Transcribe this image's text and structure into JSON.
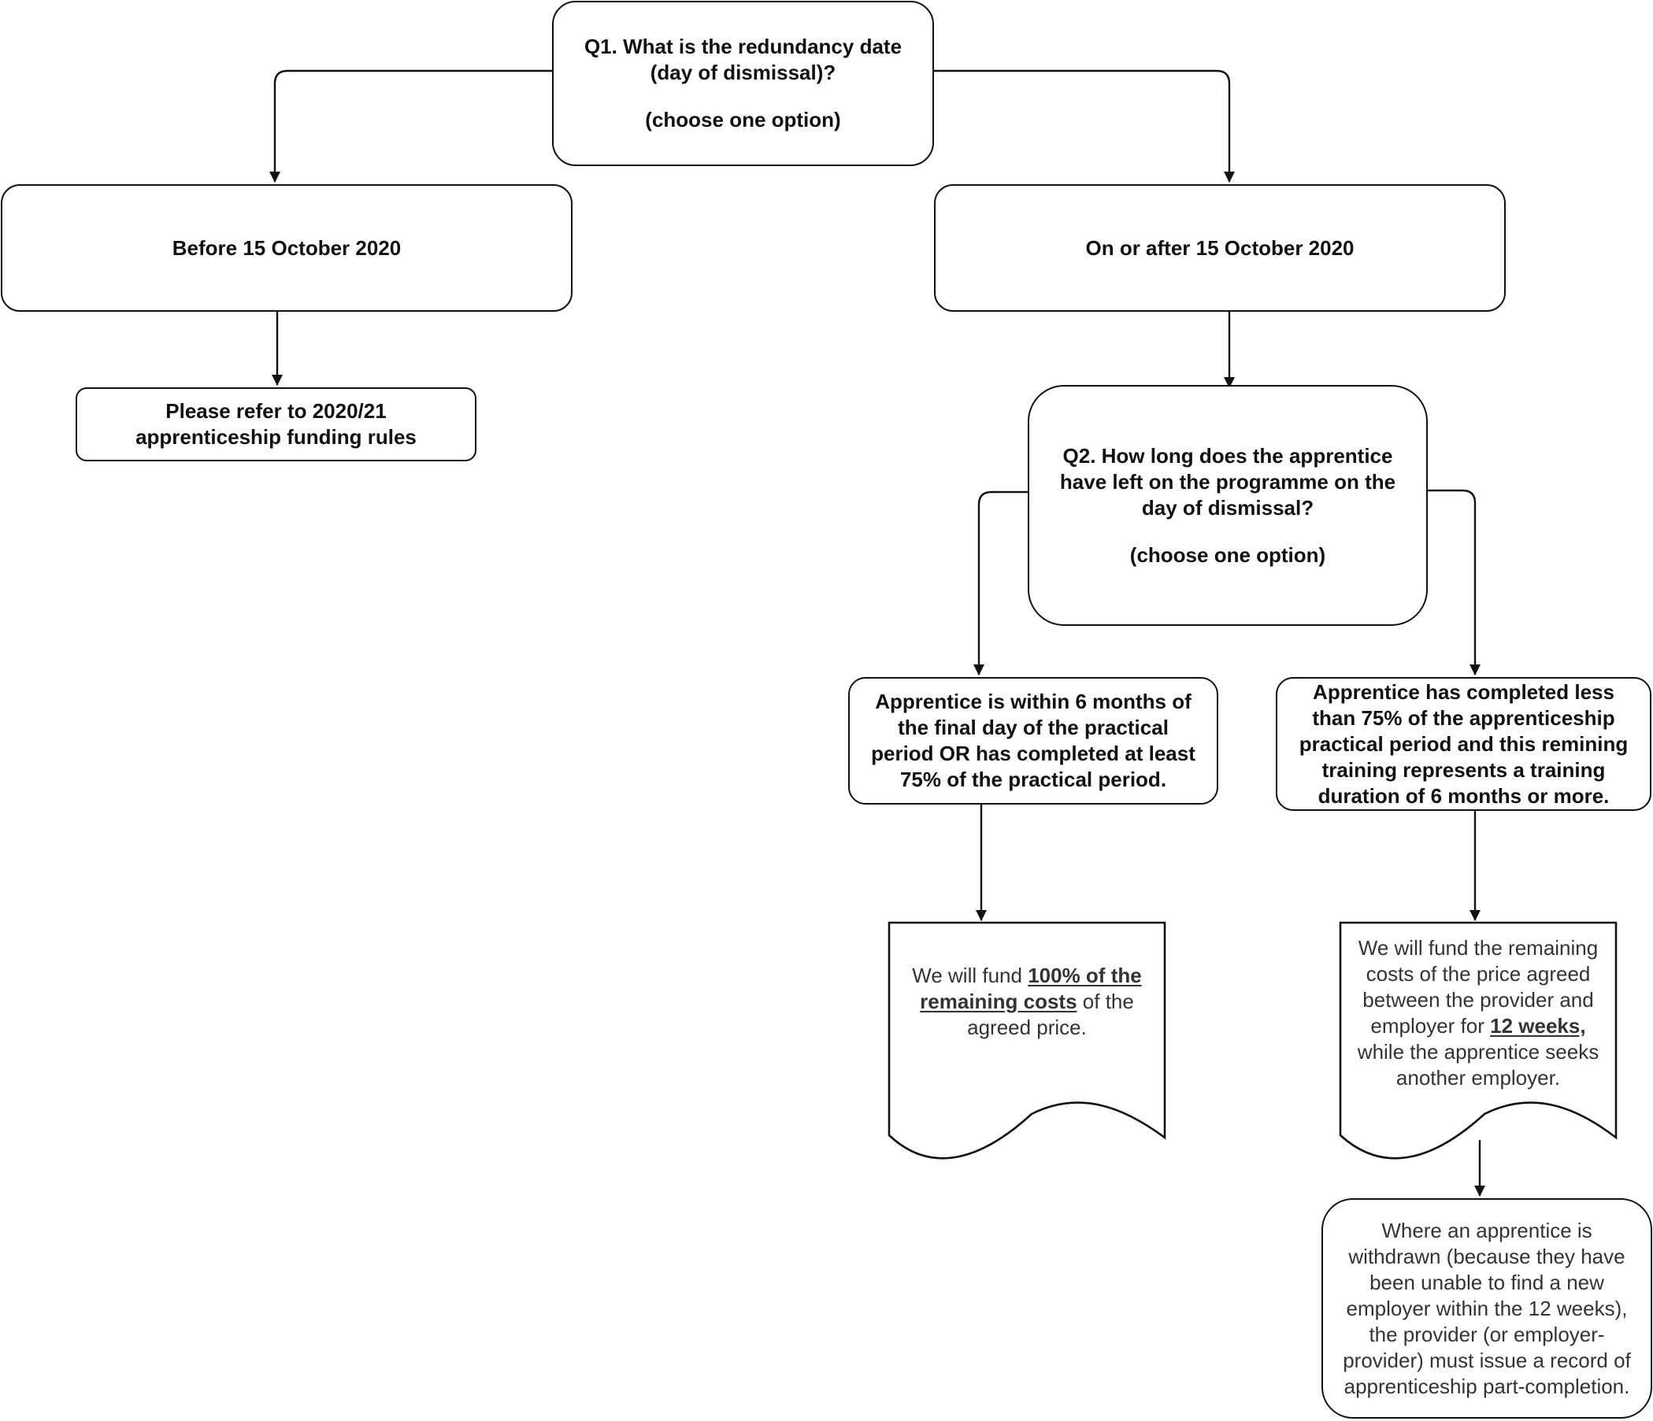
{
  "nodes": {
    "q1": {
      "line1": "Q1. What is the redundancy date",
      "line2": "(day of dismissal)?",
      "line3": "(choose one option)"
    },
    "before": {
      "label": "Before 15 October 2020"
    },
    "after": {
      "label": "On or after 15 October 2020"
    },
    "refer": {
      "line1": "Please refer to 2020/21",
      "line2": "apprenticeship funding rules"
    },
    "q2": {
      "line1": "Q2. How long does the apprentice",
      "line2": "have left on the programme on the",
      "line3": "day of dismissal?",
      "line4": "(choose one option)"
    },
    "within": {
      "line1": "Apprentice is within 6 months of",
      "line2": "the final day of the practical",
      "line3": "period OR has completed at least",
      "line4": "75% of the practical period."
    },
    "less": {
      "line1": "Apprentice has completed less",
      "line2": "than 75% of the apprenticeship",
      "line3": "practical period and this remining",
      "line4": "training represents a training",
      "line5": "duration of 6 months or more."
    },
    "fund100": {
      "pre": "We will fund ",
      "em1": "100% of the",
      "em2": "remaining costs",
      "post": " of the",
      "line3": "agreed price."
    },
    "fund12": {
      "line1": "We will fund the remaining",
      "line2": "costs of the price agreed",
      "line3": "between the provider and",
      "pre4": "employer for ",
      "em4": "12 weeks,",
      "line5": "while the apprentice seeks",
      "line6": "another employer."
    },
    "withdrawn": {
      "line1": "Where an apprentice is",
      "line2": "withdrawn (because they have",
      "line3": "been unable to find a new",
      "line4": "employer within the 12 weeks),",
      "line5": "the provider (or employer-",
      "line6": "provider) must issue a record of",
      "line7": "apprenticeship part-completion."
    }
  },
  "edges": [
    {
      "from": "q1",
      "to": "before"
    },
    {
      "from": "q1",
      "to": "after"
    },
    {
      "from": "before",
      "to": "refer"
    },
    {
      "from": "after",
      "to": "q2"
    },
    {
      "from": "q2",
      "to": "within"
    },
    {
      "from": "q2",
      "to": "less"
    },
    {
      "from": "within",
      "to": "fund100"
    },
    {
      "from": "less",
      "to": "fund12"
    },
    {
      "from": "fund12",
      "to": "withdrawn"
    }
  ]
}
